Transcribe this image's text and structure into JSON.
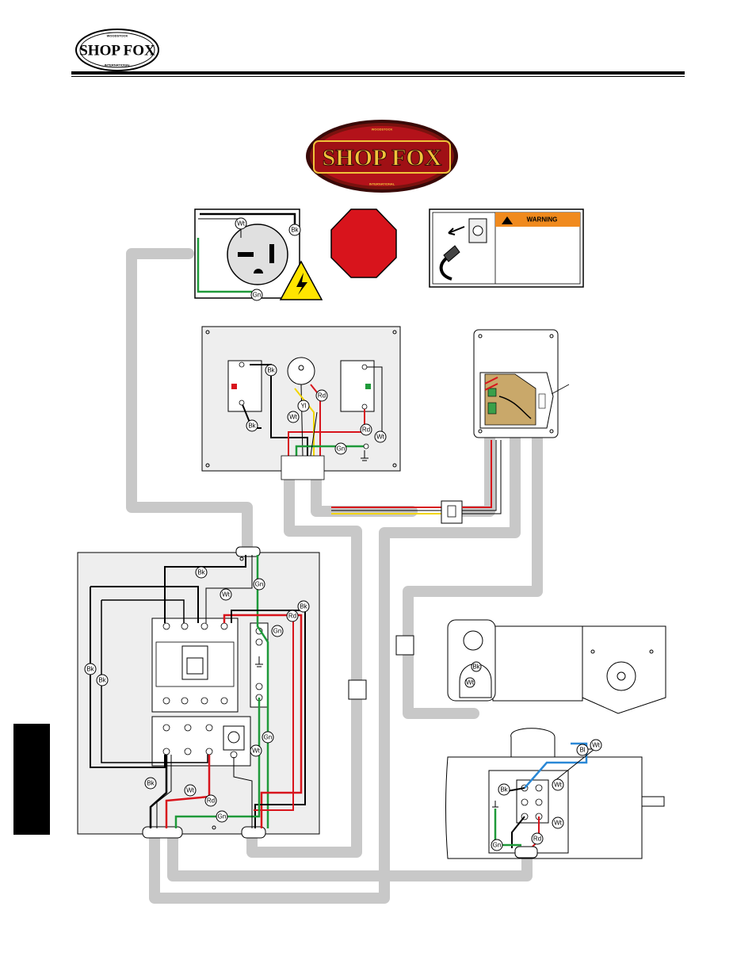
{
  "header": {
    "logo_text": "SHOP FOX",
    "logo_arc_top": "WOODSTOCK",
    "logo_arc_bottom": "INTERNATIONAL"
  },
  "center_logo": {
    "text": "SHOP FOX",
    "arc_top": "WOODSTOCK",
    "arc_bottom": "INTERNATIONAL"
  },
  "wire_labels": {
    "bk": "Bk",
    "wt": "Wt",
    "gn": "Gn",
    "rd": "Rd",
    "yl": "Yl",
    "bl": "Bl"
  },
  "warning_label": {
    "title": "WARNING"
  },
  "colors": {
    "conduit": "#c8c8c8",
    "panel": "#eeeeee",
    "stop": "#d8141c",
    "warning_orange": "#f08a1e",
    "hazard_yellow": "#ffe500",
    "wire_red": "#d8141c",
    "wire_green": "#1f9a3a",
    "wire_yellow": "#f2d500",
    "wire_blue": "#2a88d6",
    "side_tab": "#000000",
    "logo_red": "#b3121a",
    "logo_gold": "#f0c33a"
  }
}
